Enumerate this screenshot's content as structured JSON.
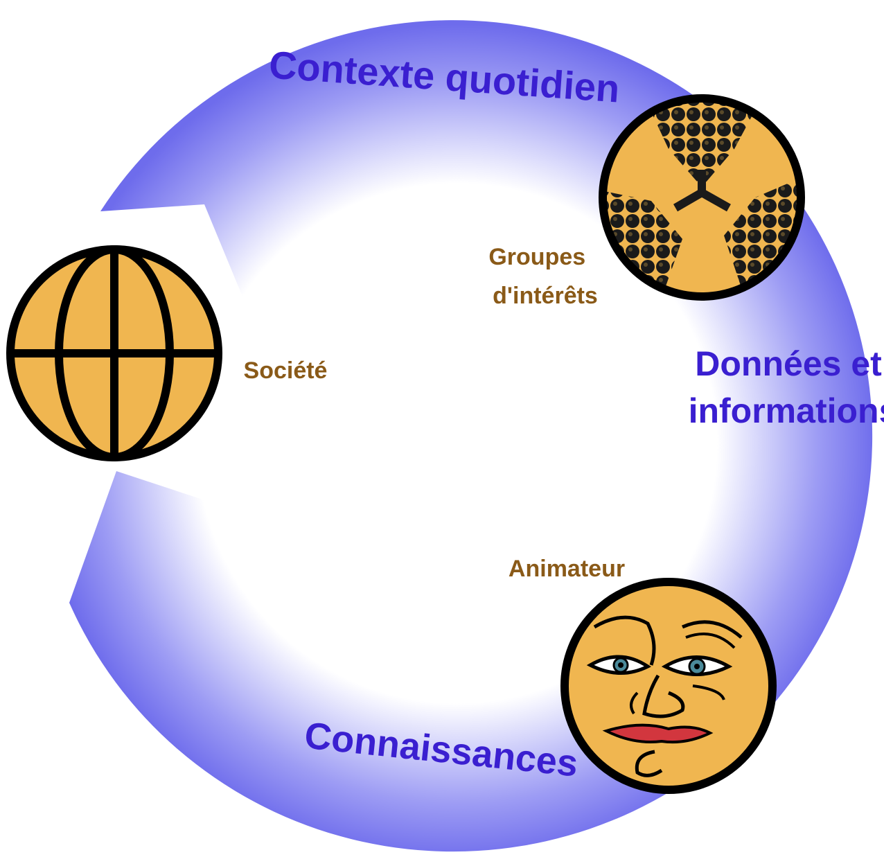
{
  "diagram": {
    "cycle_labels": {
      "top": "Contexte quotidien",
      "right_line1": "Données et",
      "right_line2": "informations",
      "bottom": "Connaissances"
    },
    "node_labels": {
      "society": "Société",
      "interest_groups_line1": "Groupes",
      "interest_groups_line2": "d'intérêts",
      "facilitator": "Animateur"
    },
    "icons": {
      "society": "globe-icon",
      "interest_groups": "molecule-clusters-icon",
      "facilitator": "face-icon"
    },
    "colors": {
      "ring": "#7b7af0",
      "ring_inner_glow": "#ffffff",
      "cycle_text": "#3a1fd0",
      "node_text": "#8a5a18",
      "icon_fill": "#f0b650",
      "ink": "#000000"
    }
  }
}
